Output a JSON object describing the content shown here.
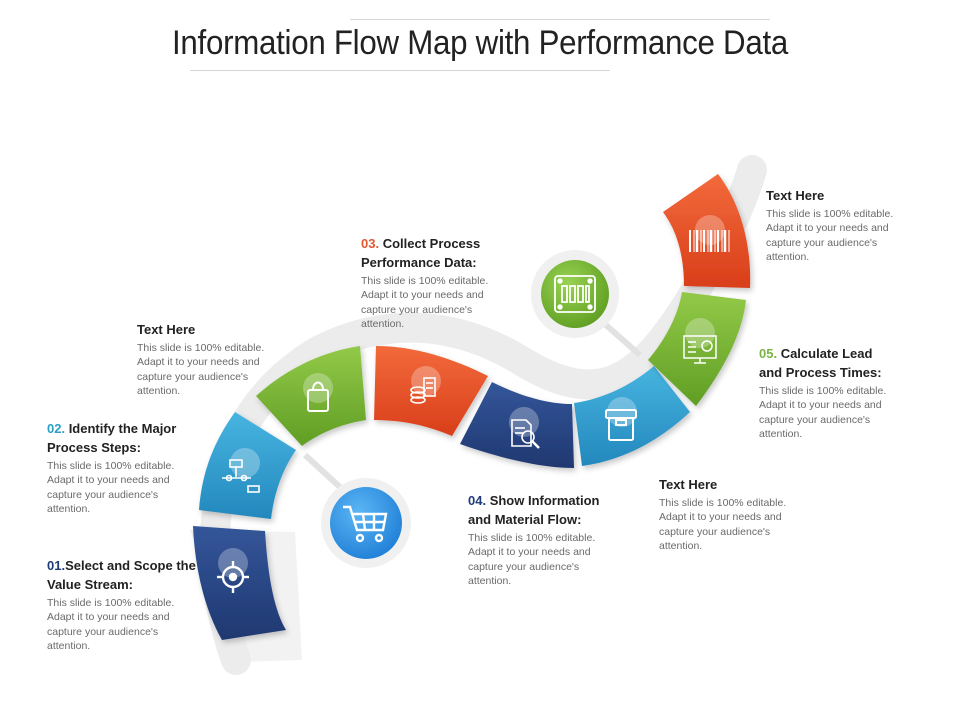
{
  "title": "Information Flow Map with Performance Data",
  "colors": {
    "navy": "#2b4a87",
    "blue": "#2f9fd0",
    "green": "#7fb83a",
    "orange": "#e8502a",
    "center_blue": "#2f8fe0"
  },
  "icons": [
    "target-icon",
    "flowchart-icon",
    "shopping-bag-icon",
    "coins-icon",
    "document-search-icon",
    "box-icon",
    "dashboard-icon",
    "barcode-icon",
    "shopping-cart-icon",
    "server-rack-icon"
  ],
  "steps": [
    {
      "num": "01.",
      "title": "Select and Scope the Value Stream:",
      "body": "This slide is 100% editable. Adapt it to your needs and capture your audience's attention."
    },
    {
      "num": "02.",
      "title": " Identify the Major Process Steps:",
      "body": "This slide is 100% editable. Adapt it to your needs and capture your audience's attention."
    },
    {
      "num": "",
      "title": "Text Here",
      "body": "This slide is 100% editable. Adapt it to your needs and capture your audience's attention."
    },
    {
      "num": "03.",
      "title": " Collect Process Performance Data:",
      "body": "This slide is 100% editable. Adapt it to your needs and capture your audience's attention."
    },
    {
      "num": "04.",
      "title": " Show Information and Material Flow:",
      "body": "This slide is 100% editable. Adapt it to your needs and capture your audience's attention."
    },
    {
      "num": "",
      "title": "Text Here",
      "body": "This slide is 100% editable. Adapt it to your needs and capture your audience's attention."
    },
    {
      "num": "05.",
      "title": " Calculate Lead and Process Times:",
      "body": "This slide is 100% editable. Adapt it to your needs and capture your audience's attention."
    },
    {
      "num": "",
      "title": "Text Here",
      "body": "This slide is 100% editable. Adapt it to your needs and capture your audience's attention."
    }
  ]
}
